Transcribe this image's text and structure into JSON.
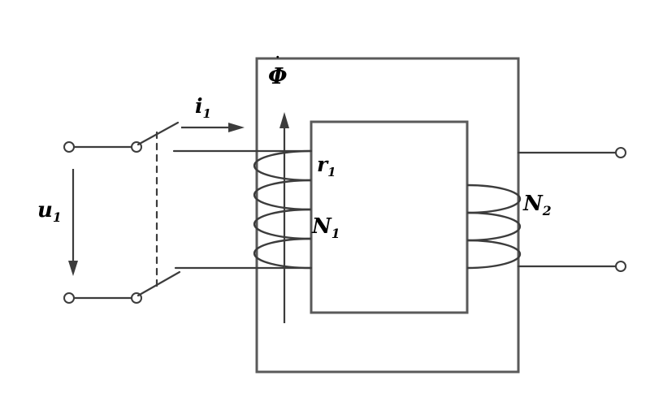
{
  "diagram": {
    "type": "transformer-circuit-schematic",
    "labels": {
      "flux": {
        "base": "Φ",
        "dot": "˙"
      },
      "current": {
        "base": "i",
        "sub": "1"
      },
      "voltage": {
        "base": "u",
        "sub": "1"
      },
      "resistance": {
        "base": "r",
        "sub": "1"
      },
      "primary_turns": {
        "base": "N",
        "sub": "1"
      },
      "secondary_turns": {
        "base": "N",
        "sub": "2"
      }
    },
    "colors": {
      "wire": "#3c3c3c",
      "core": "#5a5a5a",
      "text": "#000000",
      "background": "#ffffff"
    }
  }
}
